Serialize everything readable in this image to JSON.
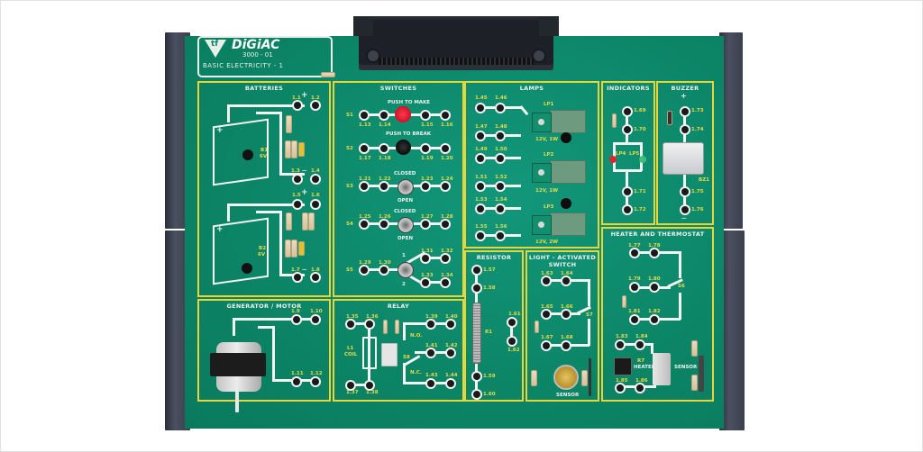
{
  "image": {
    "description": "Photo of a DIGIAC 3000 educational circuit trainer board (Basic Electricity 1) on white background",
    "brand": "DiGiAC",
    "model": "3000 - 01",
    "board_title": "BASIC ELECTRICITY - 1",
    "colors": {
      "board_green": "#0c8466",
      "panel_border": "#e6d63a",
      "label_yellow": "#e8dc46",
      "trace_white": "#f2f4f2",
      "rail_dark": "#363b47"
    }
  },
  "panels": {
    "batteries": {
      "title": "BATTERIES",
      "b1": {
        "name": "B1",
        "voltage": "6V",
        "plus_sockets": [
          "1.1",
          "1.2"
        ],
        "minus_sockets": [
          "1.3",
          "1.4"
        ]
      },
      "b2": {
        "name": "B2",
        "voltage": "6V",
        "plus_sockets": [
          "1.5",
          "1.6"
        ],
        "minus_sockets": [
          "1.7",
          "1.8"
        ]
      },
      "plus_sign": "+",
      "minus_sign": "—"
    },
    "switches": {
      "title": "SWITCHES",
      "s1": {
        "name": "S1",
        "caption": "PUSH TO MAKE",
        "sockets": [
          "1.13",
          "1.14",
          "1.15",
          "1.16"
        ]
      },
      "s2": {
        "name": "S2",
        "caption": "PUSH TO BREAK",
        "sockets": [
          "1.17",
          "1.18",
          "1.19",
          "1.20"
        ]
      },
      "s3": {
        "name": "S3",
        "caption_top": "CLOSED",
        "caption_bottom": "OPEN",
        "sockets": [
          "1.21",
          "1.22",
          "1.23",
          "1.24"
        ]
      },
      "s4": {
        "name": "S4",
        "caption_top": "CLOSED",
        "caption_bottom": "OPEN",
        "sockets": [
          "1.25",
          "1.26",
          "1.27",
          "1.28"
        ]
      },
      "s5": {
        "name": "S5",
        "pos1": "1",
        "pos2": "2",
        "sockets": [
          "1.29",
          "1.30",
          "1.31",
          "1.32",
          "1.33",
          "1.34"
        ]
      }
    },
    "lamps": {
      "title": "LAMPS",
      "lp1": {
        "name": "LP1",
        "rating": "12V, 1W",
        "sockets": [
          "1.45",
          "1.46",
          "1.47",
          "1.48"
        ]
      },
      "lp2": {
        "name": "LP2",
        "rating": "12V, 1W",
        "sockets": [
          "1.49",
          "1.50",
          "1.51",
          "1.52"
        ]
      },
      "lp3": {
        "name": "LP3",
        "rating": "12V, 2W",
        "sockets": [
          "1.53",
          "1.54",
          "1.55",
          "1.56"
        ]
      }
    },
    "indicators": {
      "title": "INDICATORS",
      "lp4": "LP4",
      "lp5": "LP5",
      "sockets": [
        "1.69",
        "1.70",
        "1.71",
        "1.72"
      ]
    },
    "buzzer": {
      "title": "BUZZER",
      "name": "BZ1",
      "plus": "+",
      "minus": "—",
      "sockets": [
        "1.73",
        "1.74",
        "1.75",
        "1.76"
      ]
    },
    "heater": {
      "title": "HEATER AND THERMOSTAT",
      "switch": "S6",
      "heater_label": "HEATER",
      "heater_name": "R7",
      "sensor_label": "SENSOR",
      "sockets": [
        "1.77",
        "1.78",
        "1.79",
        "1.80",
        "1.81",
        "1.82",
        "1.83",
        "1.84",
        "1.85",
        "1.86"
      ]
    },
    "resistor": {
      "title": "RESISTOR",
      "name": "R1",
      "sockets": [
        "1.57",
        "1.58",
        "1.59",
        "1.60",
        "1.61",
        "1.62"
      ]
    },
    "light_switch": {
      "title_line1": "LIGHT - ACTIVATED",
      "title_line2": "SWITCH",
      "switch": "S7",
      "sensor_label": "SENSOR",
      "sockets": [
        "1.63",
        "1.64",
        "1.65",
        "1.66",
        "1.67",
        "1.68"
      ]
    },
    "generator": {
      "title": "GENERATOR / MOTOR",
      "sockets": [
        "1.9",
        "1.10",
        "1.11",
        "1.12"
      ]
    },
    "relay": {
      "title": "RELAY",
      "coil_name": "L1",
      "coil_label": "COIL",
      "no": "N.O.",
      "nc": "N.C.",
      "switch": "S8",
      "sockets": [
        "1.35",
        "1.36",
        "1.37",
        "1.38",
        "1.39",
        "1.40",
        "1.41",
        "1.42",
        "1.43",
        "1.44"
      ]
    }
  }
}
